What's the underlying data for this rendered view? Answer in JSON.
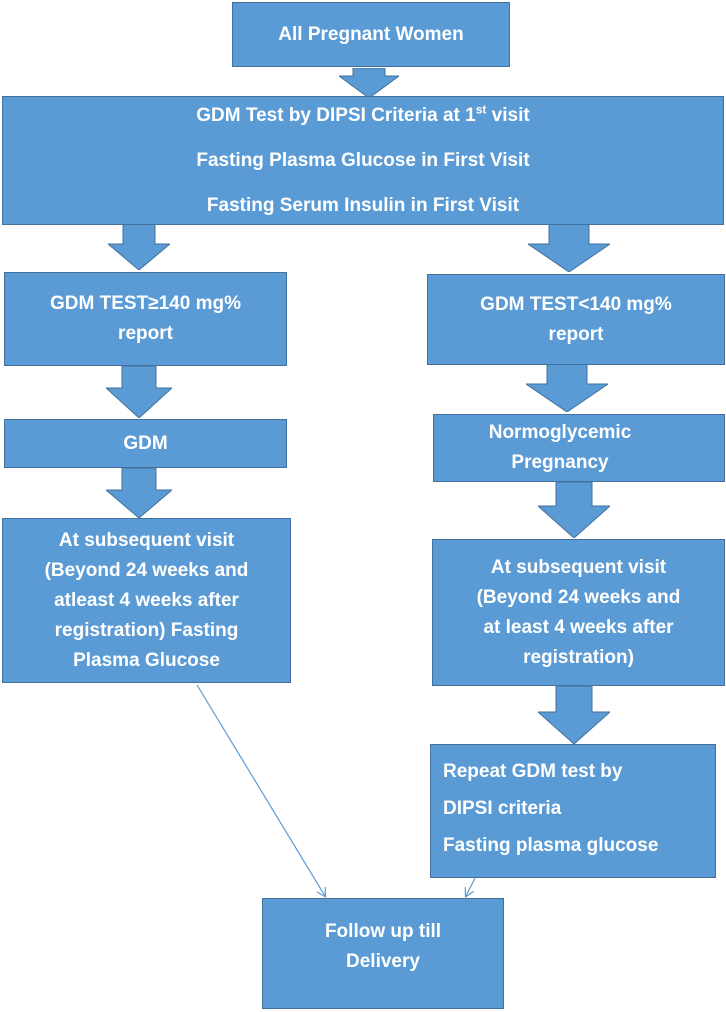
{
  "nodes": {
    "all_pregnant": {
      "text": "All Pregnant Women"
    },
    "gdm_test_visit": {
      "line1_pre": "GDM Test by DIPSI Criteria at 1",
      "line1_sup": "st",
      "line1_post": " visit",
      "line2": "Fasting Plasma Glucose in First Visit",
      "line3": "Fasting Serum Insulin in First Visit"
    },
    "gdm_high": {
      "line1": "GDM TEST≥140 mg%",
      "line2": "report"
    },
    "gdm_low": {
      "line1": "GDM TEST<140 mg%",
      "line2": "report"
    },
    "gdm": {
      "text": "GDM"
    },
    "normoglycemic": {
      "line1": "Normoglycemic",
      "line2": "Pregnancy"
    },
    "subsequent_left": {
      "line1": "At subsequent visit",
      "line2": "(Beyond 24 weeks and",
      "line3": "atleast 4 weeks after",
      "line4": "registration) Fasting",
      "line5": "Plasma Glucose"
    },
    "subsequent_right": {
      "line1": "At subsequent visit",
      "line2": "(Beyond 24 weeks and",
      "line3": "at least 4 weeks after",
      "line4": "registration)"
    },
    "repeat_test": {
      "line1": "Repeat GDM test by",
      "line2": "DIPSI criteria",
      "line3": "Fasting plasma glucose"
    },
    "follow_up": {
      "line1": "Follow up till",
      "line2": "Delivery"
    }
  },
  "colors": {
    "box_fill": "#5b9bd5",
    "box_border": "#41719c",
    "text": "#ffffff",
    "connector": "#5b9bd5"
  }
}
